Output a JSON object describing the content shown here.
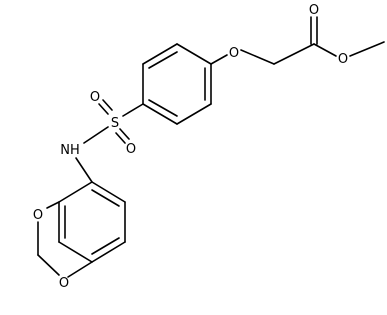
{
  "atoms": {
    "o_ether": "O",
    "o_carbonyl": "O",
    "o_ester": "O",
    "o_sulfonyl_top": "O",
    "o_sulfonyl_bottom": "O",
    "s": "S",
    "nh": "NH",
    "o_diox_top": "O",
    "o_diox_bottom": "O"
  }
}
